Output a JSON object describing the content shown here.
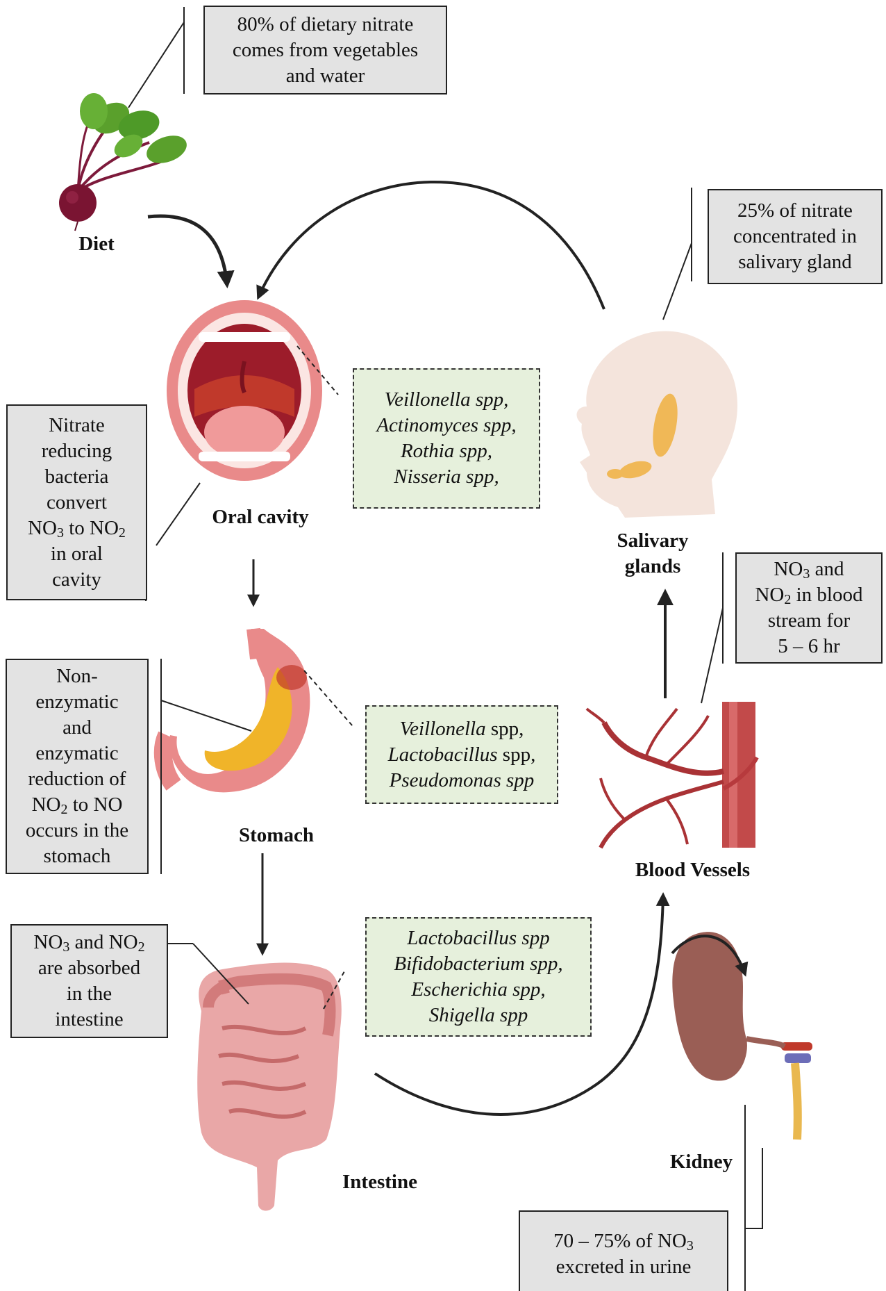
{
  "labels": {
    "diet": "Diet",
    "oral_cavity": "Oral cavity",
    "stomach": "Stomach",
    "intestine": "Intestine",
    "salivary_line1": "Salivary",
    "salivary_line2": "glands",
    "blood_vessels": "Blood Vessels",
    "kidney": "Kidney"
  },
  "notes": {
    "diet": [
      "80% of dietary nitrate",
      "comes from vegetables",
      "and water"
    ],
    "salivary": [
      "25% of nitrate",
      "concentrated in",
      "salivary gland"
    ],
    "oral": {
      "l1": "Nitrate",
      "l2": "reducing",
      "l3": "bacteria",
      "l4": "convert",
      "l5_a": "NO",
      "l5_b": "3",
      "l5_c": " to NO",
      "l5_d": "2",
      "l6": "in oral",
      "l7": "cavity"
    },
    "blood": {
      "l1_a": "NO",
      "l1_b": "3",
      "l1_c": " and",
      "l2_a": "NO",
      "l2_b": "2",
      "l2_c": " in blood",
      "l3": "stream for",
      "l4": "5 – 6 hr"
    },
    "stomach": {
      "l1": "Non-",
      "l2": "enzymatic",
      "l3": "and",
      "l4": "enzymatic",
      "l5": "reduction of",
      "l6_a": "NO",
      "l6_b": "2",
      "l6_c": " to NO",
      "l7": "occurs in the",
      "l8": "stomach"
    },
    "intestine": {
      "l1_a": "NO",
      "l1_b": "3",
      "l1_c": " and NO",
      "l1_d": "2",
      "l2": "are absorbed",
      "l3": "in the",
      "l4": "intestine"
    },
    "kidney": {
      "l1_a": "70 – 75% of NO",
      "l1_b": "3",
      "l2": "excreted in urine"
    }
  },
  "bacteria": {
    "oral": [
      "Veillonella spp,",
      "Actinomyces spp,",
      "Rothia spp,",
      "Nisseria spp,"
    ],
    "stomach": [
      {
        "genus": "Veillonella",
        "suffix": " spp,"
      },
      {
        "genus": "Lactobacillus",
        "suffix": " spp,"
      },
      {
        "genus": "Pseudomonas spp",
        "suffix": ""
      }
    ],
    "intestine": [
      "Lactobacillus spp",
      "Bifidobacterium spp,",
      "Escherichia spp,",
      "Shigella spp"
    ]
  },
  "colors": {
    "note_fill": "#e3e3e3",
    "bacteria_fill": "#e6f0dc",
    "line": "#222222"
  }
}
